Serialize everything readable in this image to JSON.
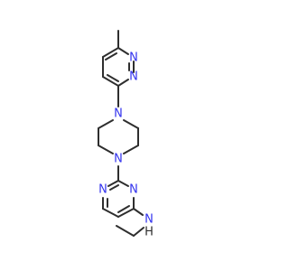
{
  "molecule": {
    "colors": {
      "bond": "#2e2e2e",
      "nitrogen": "#3333ee",
      "background": "#ffffff"
    },
    "atoms": {
      "pyridazine_n1": {
        "element": "N",
        "label": "N"
      },
      "pyridazine_n2": {
        "element": "N",
        "label": "N"
      },
      "piperazine_n_top": {
        "element": "N",
        "label": "N"
      },
      "piperazine_n_bottom": {
        "element": "N",
        "label": "N"
      },
      "pyrimidine_n1": {
        "element": "N",
        "label": "N"
      },
      "pyrimidine_n3": {
        "element": "N",
        "label": "N"
      },
      "amine_n": {
        "element": "N",
        "label": "N"
      },
      "amine_h": {
        "element": "H",
        "label": "H"
      }
    }
  }
}
